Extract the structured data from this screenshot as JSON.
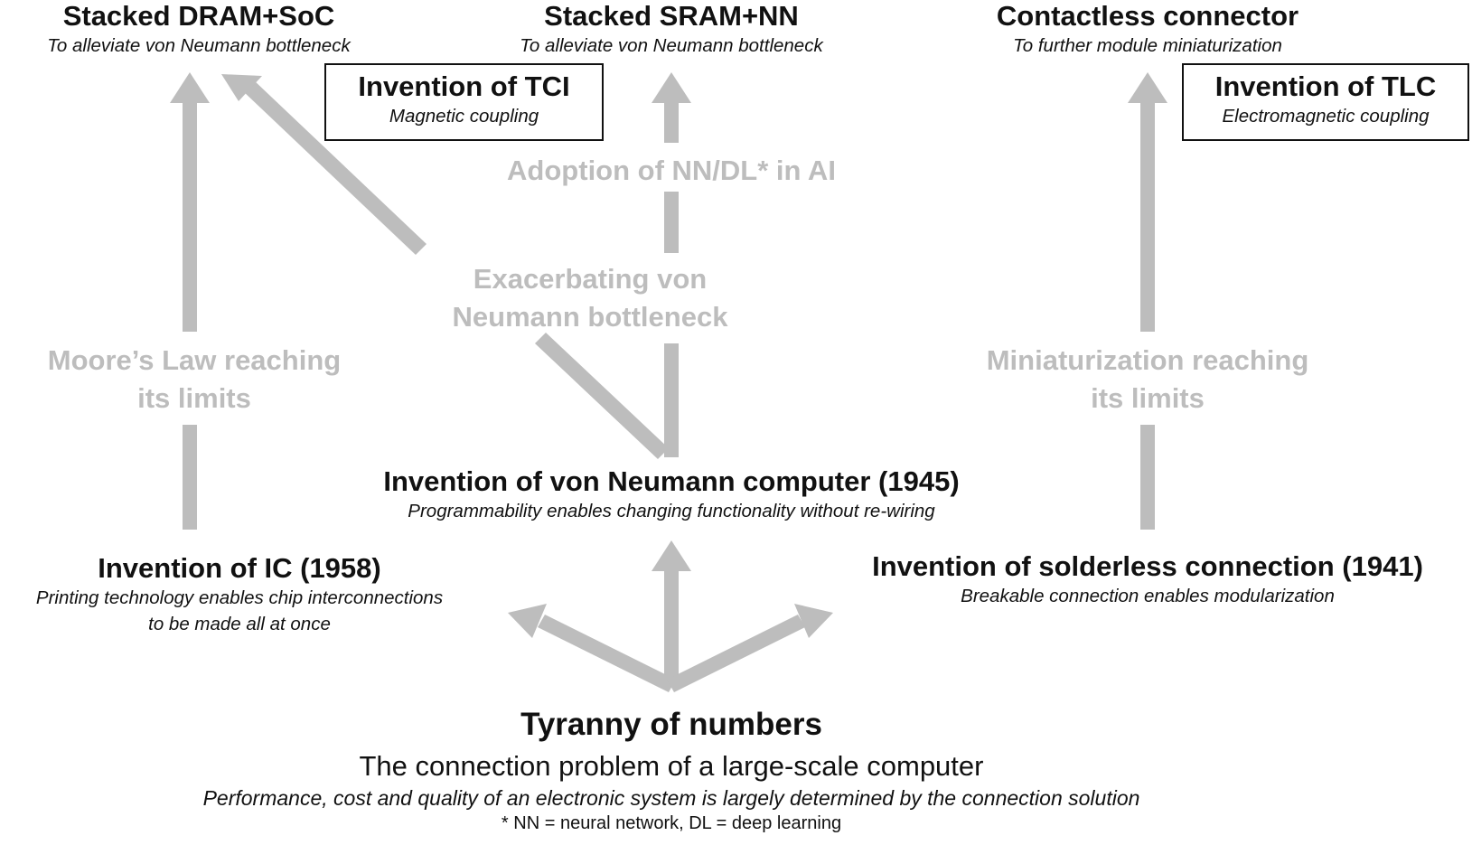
{
  "colors": {
    "arrow": "#bdbdbd",
    "gray_text": "#bdbdbd",
    "text": "#111111"
  },
  "top": {
    "dram": {
      "title": "Stacked DRAM+SoC",
      "subtitle": "To alleviate von Neumann bottleneck"
    },
    "sram": {
      "title": "Stacked SRAM+NN",
      "subtitle": "To alleviate von Neumann bottleneck"
    },
    "connector": {
      "title": "Contactless connector",
      "subtitle": "To further module miniaturization"
    }
  },
  "boxes": {
    "tci": {
      "title": "Invention of TCI",
      "subtitle": "Magnetic coupling"
    },
    "tlc": {
      "title": "Invention of TLC",
      "subtitle": "Electromagnetic coupling"
    }
  },
  "drivers": {
    "adoption": "Adoption of NN/DL* in AI",
    "exacerbating": [
      "Exacerbating von",
      "Neumann bottleneck"
    ],
    "moore": [
      "Moore’s Law reaching",
      "its limits"
    ],
    "miniaturization": [
      "Miniaturization reaching",
      "its limits"
    ]
  },
  "middle": {
    "von_neumann": {
      "title": "Invention of von Neumann computer (1945)",
      "subtitle": "Programmability enables changing functionality without re-wiring"
    },
    "ic": {
      "title": "Invention of IC (1958)",
      "subtitle_lines": [
        "Printing technology enables chip interconnections",
        "to be made all at once"
      ]
    },
    "solderless": {
      "title": "Invention of solderless connection (1941)",
      "subtitle": "Breakable connection enables modularization"
    }
  },
  "bottom": {
    "title": "Tyranny of numbers",
    "subtitle": "The connection problem of a large-scale computer",
    "description": "Performance, cost and quality of an electronic system is largely determined by the connection solution",
    "footnote": "* NN = neural network, DL = deep learning"
  }
}
